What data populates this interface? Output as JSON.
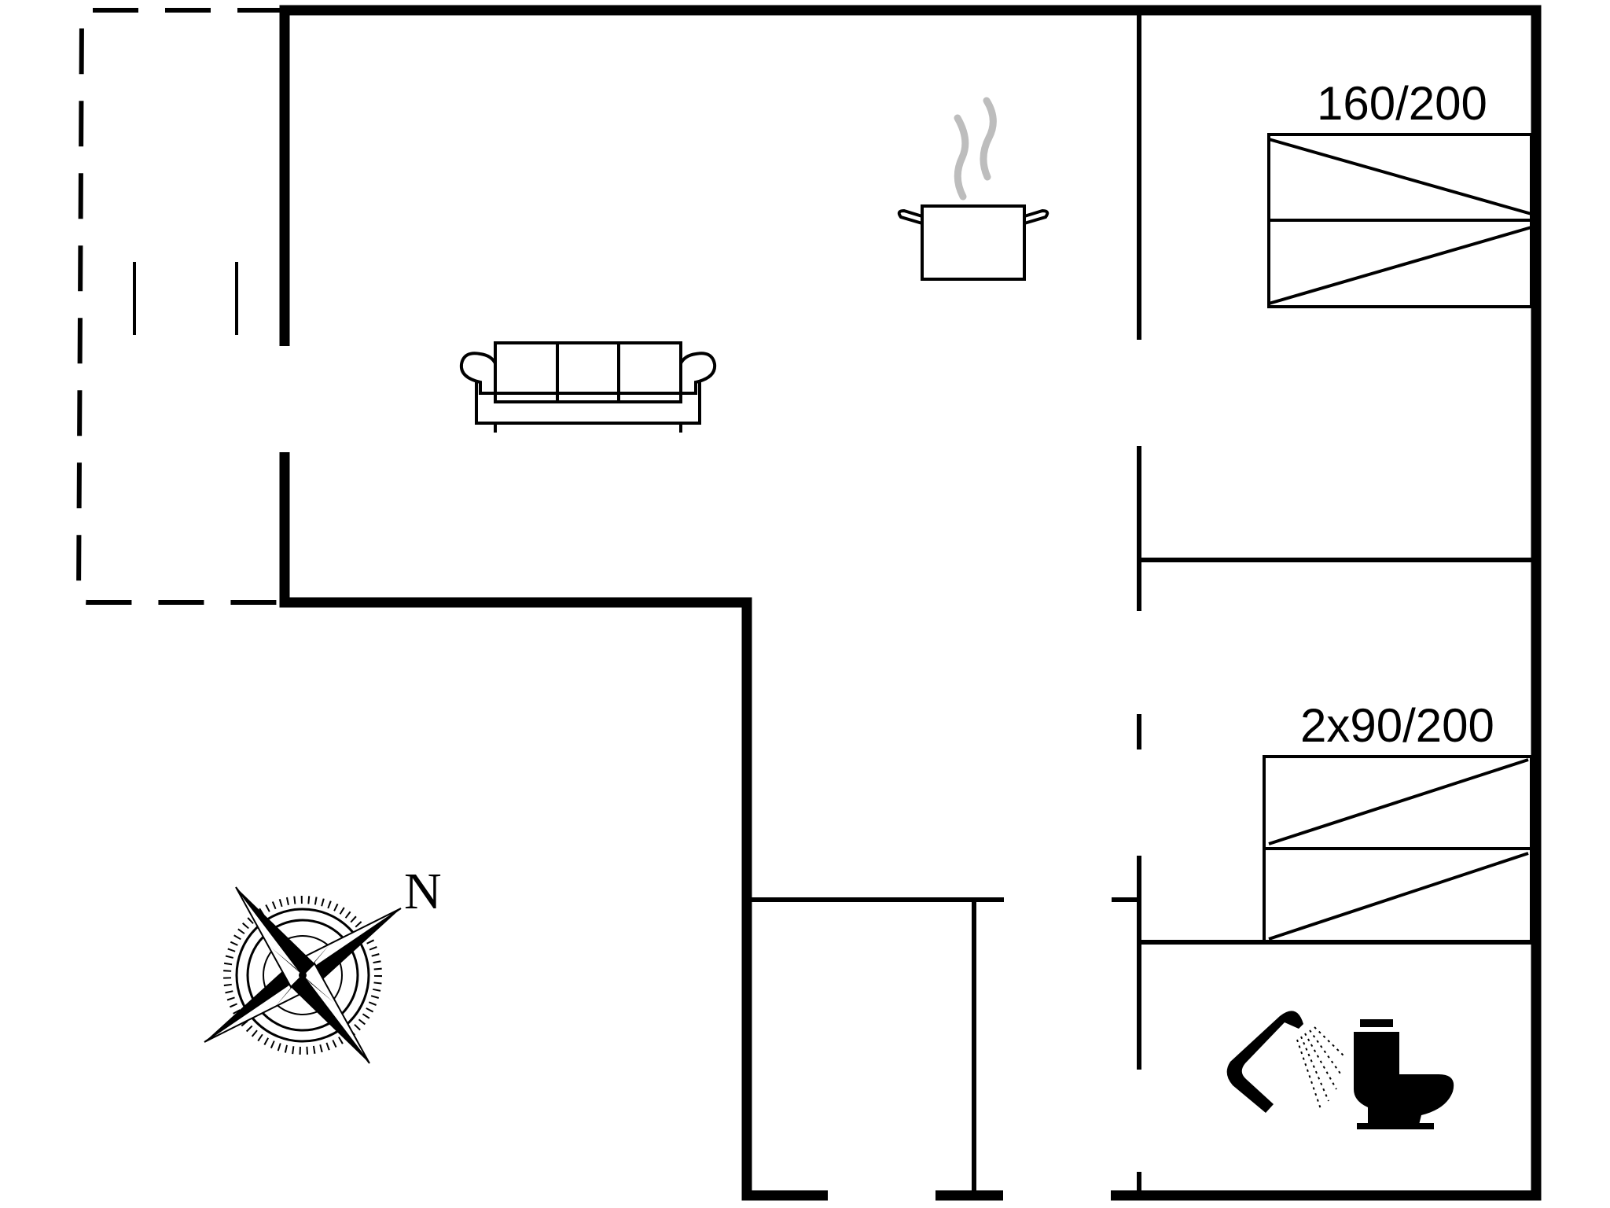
{
  "rooms": {
    "bedroom_1": {
      "bed_label": "160/200"
    },
    "bedroom_2": {
      "bed_label": "2x90/200"
    }
  },
  "compass": {
    "north_label": "N"
  },
  "icons": [
    "sofa-icon",
    "cooking-pot-icon",
    "shower-icon",
    "toilet-icon",
    "compass-rose-icon",
    "double-bed-icon",
    "twin-beds-icon"
  ]
}
